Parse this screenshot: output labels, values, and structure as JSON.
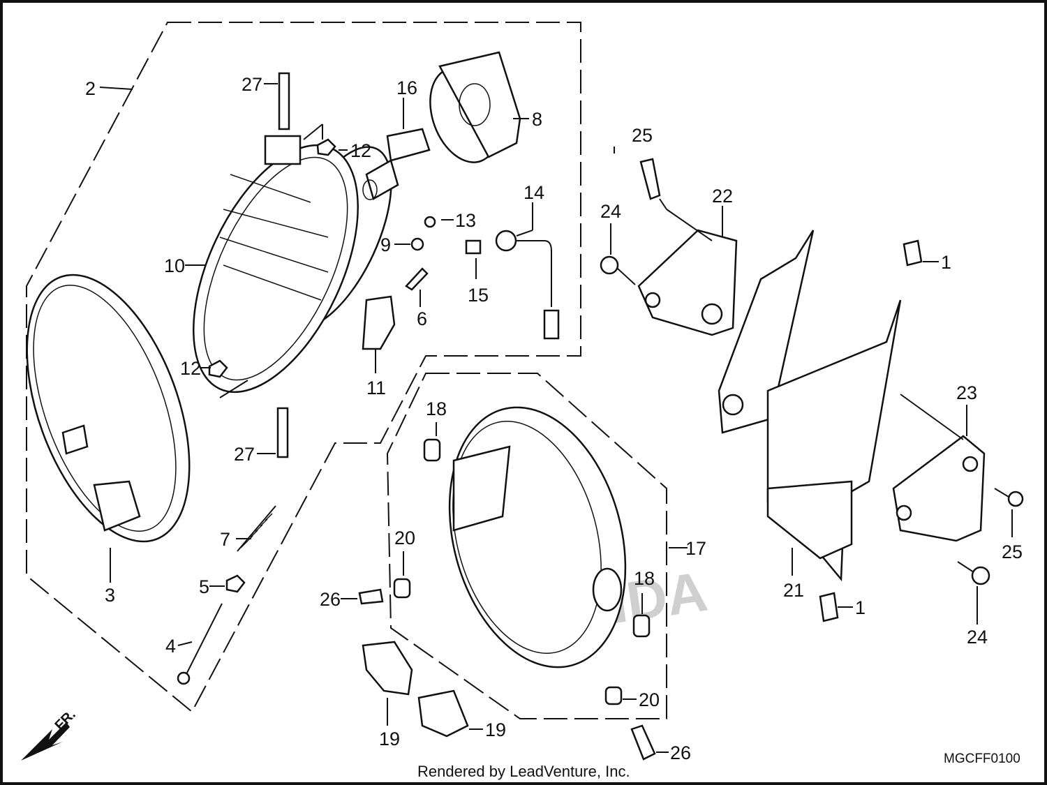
{
  "callouts": {
    "c1a": "1",
    "c1b": "1",
    "c2": "2",
    "c3": "3",
    "c4": "4",
    "c5": "5",
    "c6": "6",
    "c7": "7",
    "c8": "8",
    "c9": "9",
    "c10": "10",
    "c11": "11",
    "c12a": "12",
    "c12b": "12",
    "c13": "13",
    "c14": "14",
    "c15": "15",
    "c16": "16",
    "c17": "17",
    "c18a": "18",
    "c18b": "18",
    "c19a": "19",
    "c19b": "19",
    "c20a": "20",
    "c20b": "20",
    "c21": "21",
    "c22": "22",
    "c23": "23",
    "c24a": "24",
    "c24b": "24",
    "c25a": "25",
    "c25b": "25",
    "c26a": "26",
    "c26b": "26",
    "c27a": "27",
    "c27b": "27"
  },
  "front_arrow_label": "FR.",
  "watermark": "HONDA",
  "diagram_code": "MGCFF0100",
  "credit": "Rendered by LeadVenture, Inc.",
  "colors": {
    "ink": "#111111",
    "watermark": "#bdbdbd",
    "background": "#ffffff"
  }
}
